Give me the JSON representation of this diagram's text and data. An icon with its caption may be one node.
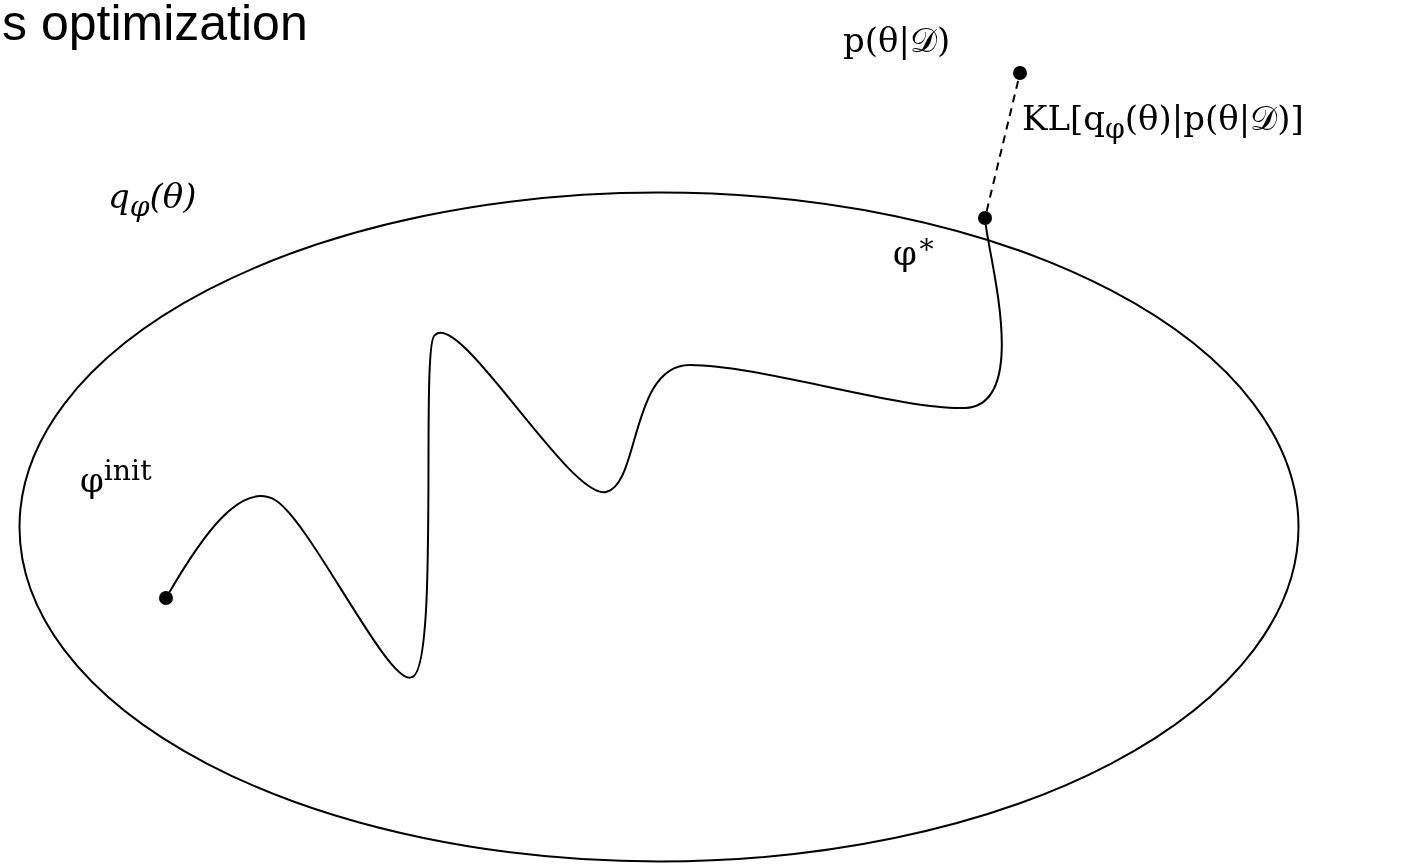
{
  "diagram": {
    "title": "s optimization",
    "nodes": [
      {
        "text": [
          "q$_{φ}$(θ)"
        ]
      },
      {
        "text": [],
        "shape": "circle",
        "in": 0,
        "beside": [
          "φ$^{init}$"
        ]
      },
      {
        "text": [],
        "shape": "circle",
        "beside": [
          "φ$^{∗}$"
        ]
      },
      {
        "text": [],
        "shape": "circle",
        "beside": [
          "p(θ|𝒟)"
        ]
      }
    ],
    "edges": [
      {
        "from": 1,
        "to": 2,
        "arrow": "none"
      },
      {
        "from": 2,
        "to": 3,
        "arrow": "none",
        "style": "dashed",
        "label": "KL[q$_{φ}$(θ)|p(θ|𝒟)]"
      }
    ]
  }
}
